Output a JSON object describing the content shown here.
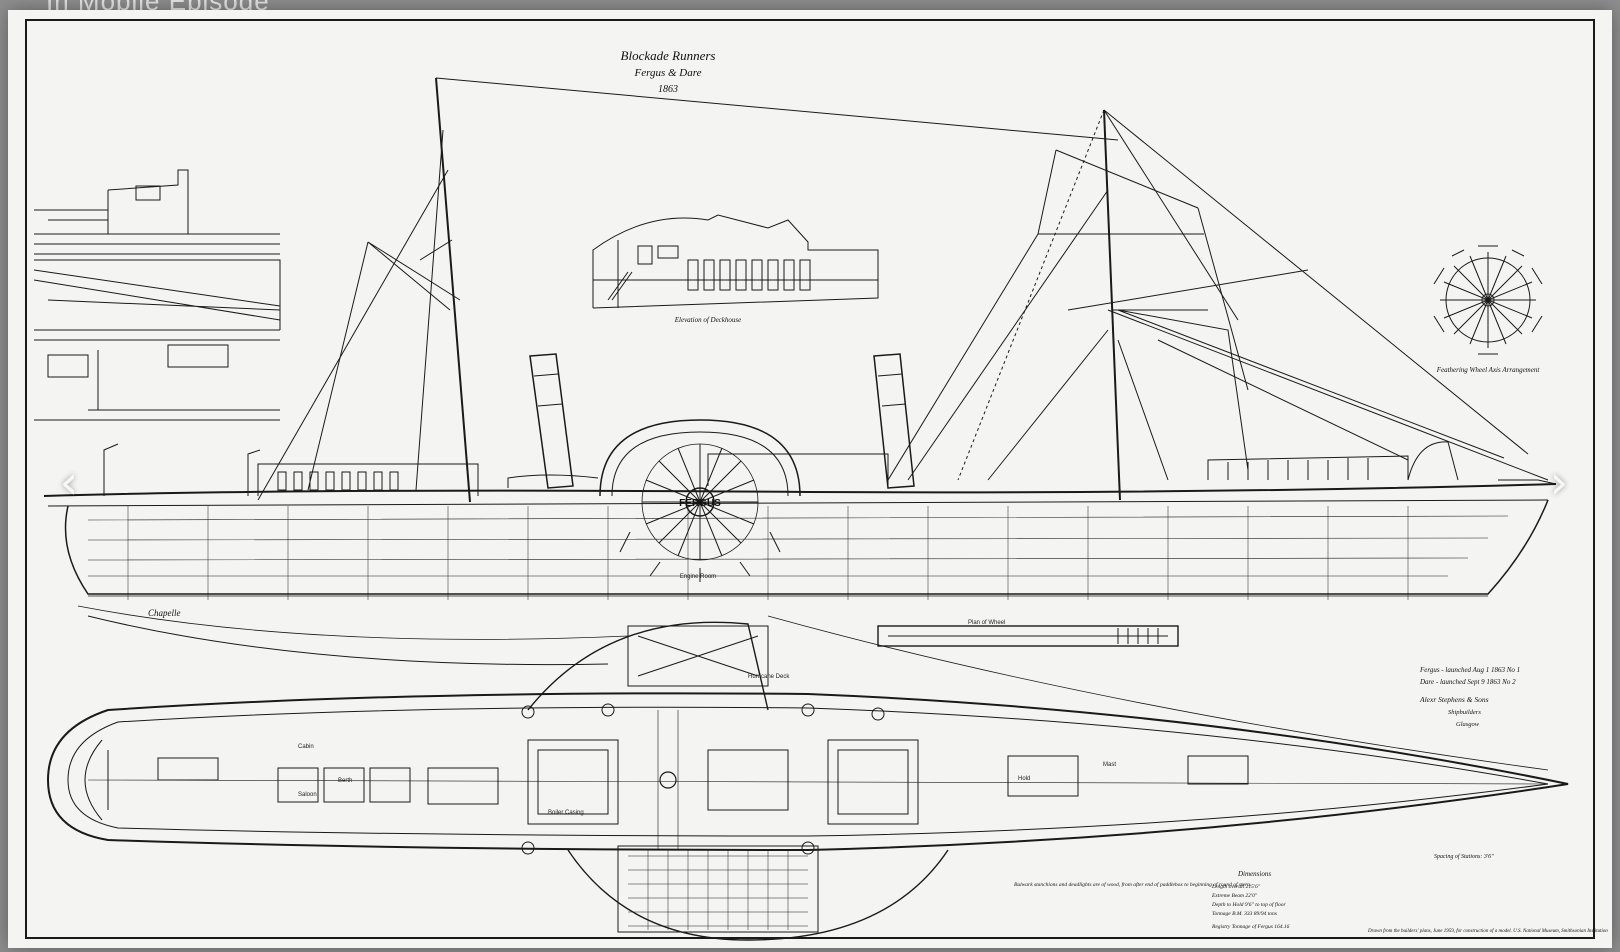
{
  "caption": "In Mobile Episode",
  "title": {
    "line1": "Blockade Runners",
    "line2": "Fergus & Dare",
    "year": "1863"
  },
  "labels": {
    "deckhouse": "Elevation of Deckhouse",
    "feathering": "Feathering Wheel Axis Arrangement",
    "ship_name": "FERGUS",
    "engine_room": "Engine Room",
    "chapelle": "Chapelle",
    "hurricane_deck": "Hurricane Deck",
    "boiler_casing": "Boiler Casing",
    "hold": "Hold",
    "cabin": "Cabin",
    "mast": "Mast",
    "berth": "Berth",
    "saloon": "Saloon",
    "plan_of_wheel": "Plan of Wheel"
  },
  "notes": {
    "launched_fergus": "Fergus - launched Aug 1 1863 No 1",
    "launched_dare": "Dare - launched Sept 9 1863 No 2",
    "builder1": "Alexr Stephens & Sons",
    "builder2": "Shipbuilders",
    "builder3": "Glasgow",
    "dimensions_title": "Dimensions",
    "dim1": "Length overall 215'6\"",
    "dim2": "Extreme Beam 22'0\"",
    "dim3": "Depth to Hold 9'6\" to top of floor",
    "dim4": "Tonnage B.M. 333 89/94 tons",
    "registry": "Registry Tonnage of Fergus 164.16",
    "drawn_from": "Drawn from the builders' plans, June 1959, for construction of a model. U.S. National Museum, Smithsonian Institution",
    "bulwark_note": "Bulwark stanchions and deadlights are of wood, from after end of paddlebox to beginning of round of stern.",
    "spacing": "Spacing of Stations: 3'6\""
  },
  "nav": {
    "prev": "‹",
    "next": "›"
  }
}
